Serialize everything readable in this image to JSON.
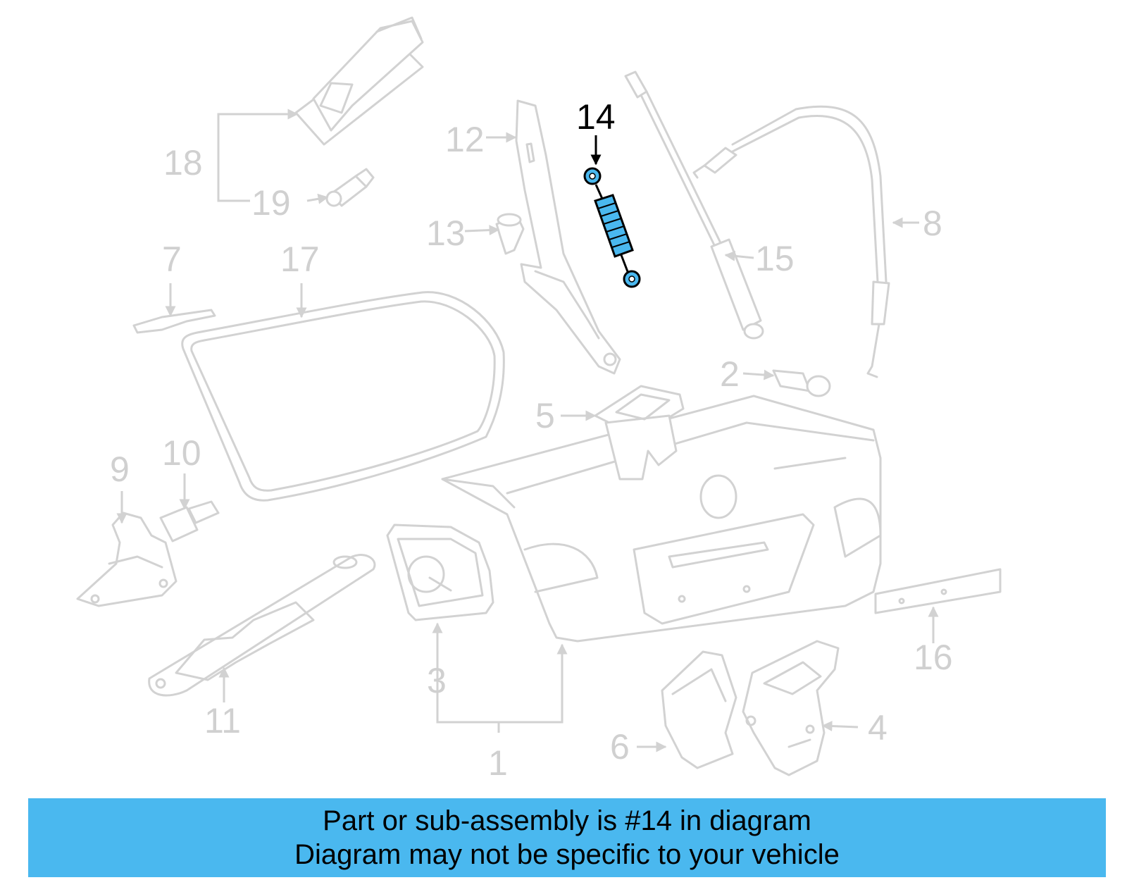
{
  "callouts": {
    "c1": "1",
    "c2": "2",
    "c3": "3",
    "c4": "4",
    "c5": "5",
    "c6": "6",
    "c7": "7",
    "c8": "8",
    "c9": "9",
    "c10": "10",
    "c11": "11",
    "c12": "12",
    "c13": "13",
    "c14": "14",
    "c15": "15",
    "c16": "16",
    "c17": "17",
    "c18": "18",
    "c19": "19"
  },
  "highlighted_part": "14",
  "caption": {
    "line1": "Part or sub-assembly is #14 in diagram",
    "line2": "Diagram may not be specific to your vehicle"
  },
  "colors": {
    "highlight": "#4ab8ef",
    "caption_bar": "#4ab8ef",
    "ghost_lines": "#d2d2d2"
  }
}
